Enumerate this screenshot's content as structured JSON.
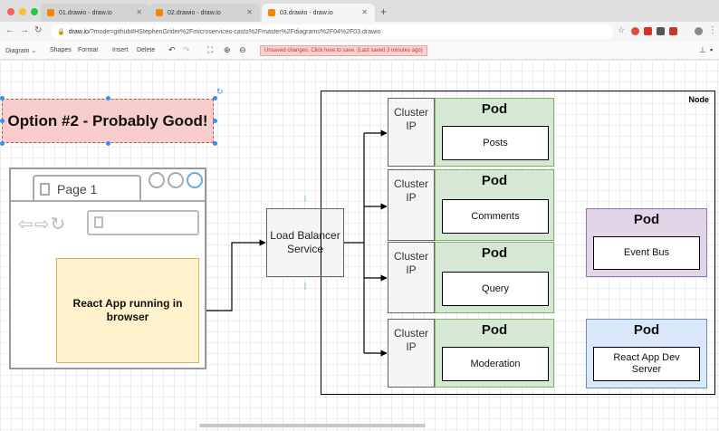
{
  "browser": {
    "tabs": [
      {
        "title": "01.drawio - draw.io",
        "active": false
      },
      {
        "title": "02.drawio - draw.io",
        "active": false
      },
      {
        "title": "03.drawio - draw.io",
        "active": true
      }
    ],
    "url_host": "draw.io",
    "url_rest": "/?mode=github#HStephenGrider%2Fmicroservices-casts%2Fmaster%2Fdiagrams%2F04%2F03.drawio"
  },
  "toolbar": {
    "diagram": "Diagram",
    "shapes": "Shapes",
    "format": "Format",
    "insert": "Insert",
    "delete": "Delete",
    "unsaved": "Unsaved changes. Click here to save. (Last saved 3 minutes ago)"
  },
  "diagram": {
    "option_label": "Option #2 - Probably Good!",
    "page_tab": "Page 1",
    "react_app": "React App running in browser",
    "load_balancer": "Load Balancer Service",
    "node_label": "Node",
    "cluster_label": "Cluster IP",
    "pods": [
      {
        "title": "Pod",
        "service": "Posts"
      },
      {
        "title": "Pod",
        "service": "Comments"
      },
      {
        "title": "Pod",
        "service": "Query"
      },
      {
        "title": "Pod",
        "service": "Moderation"
      }
    ],
    "event_bus": {
      "title": "Pod",
      "service": "Event Bus"
    },
    "react_dev": {
      "title": "Pod",
      "service": "React App Dev Server"
    }
  },
  "colors": {
    "pod_green": "#d5e8d4",
    "pod_purple": "#e1d5e7",
    "pod_blue": "#dae8fc",
    "option_red": "#f8cecc",
    "react_yellow": "#fff2cc"
  }
}
